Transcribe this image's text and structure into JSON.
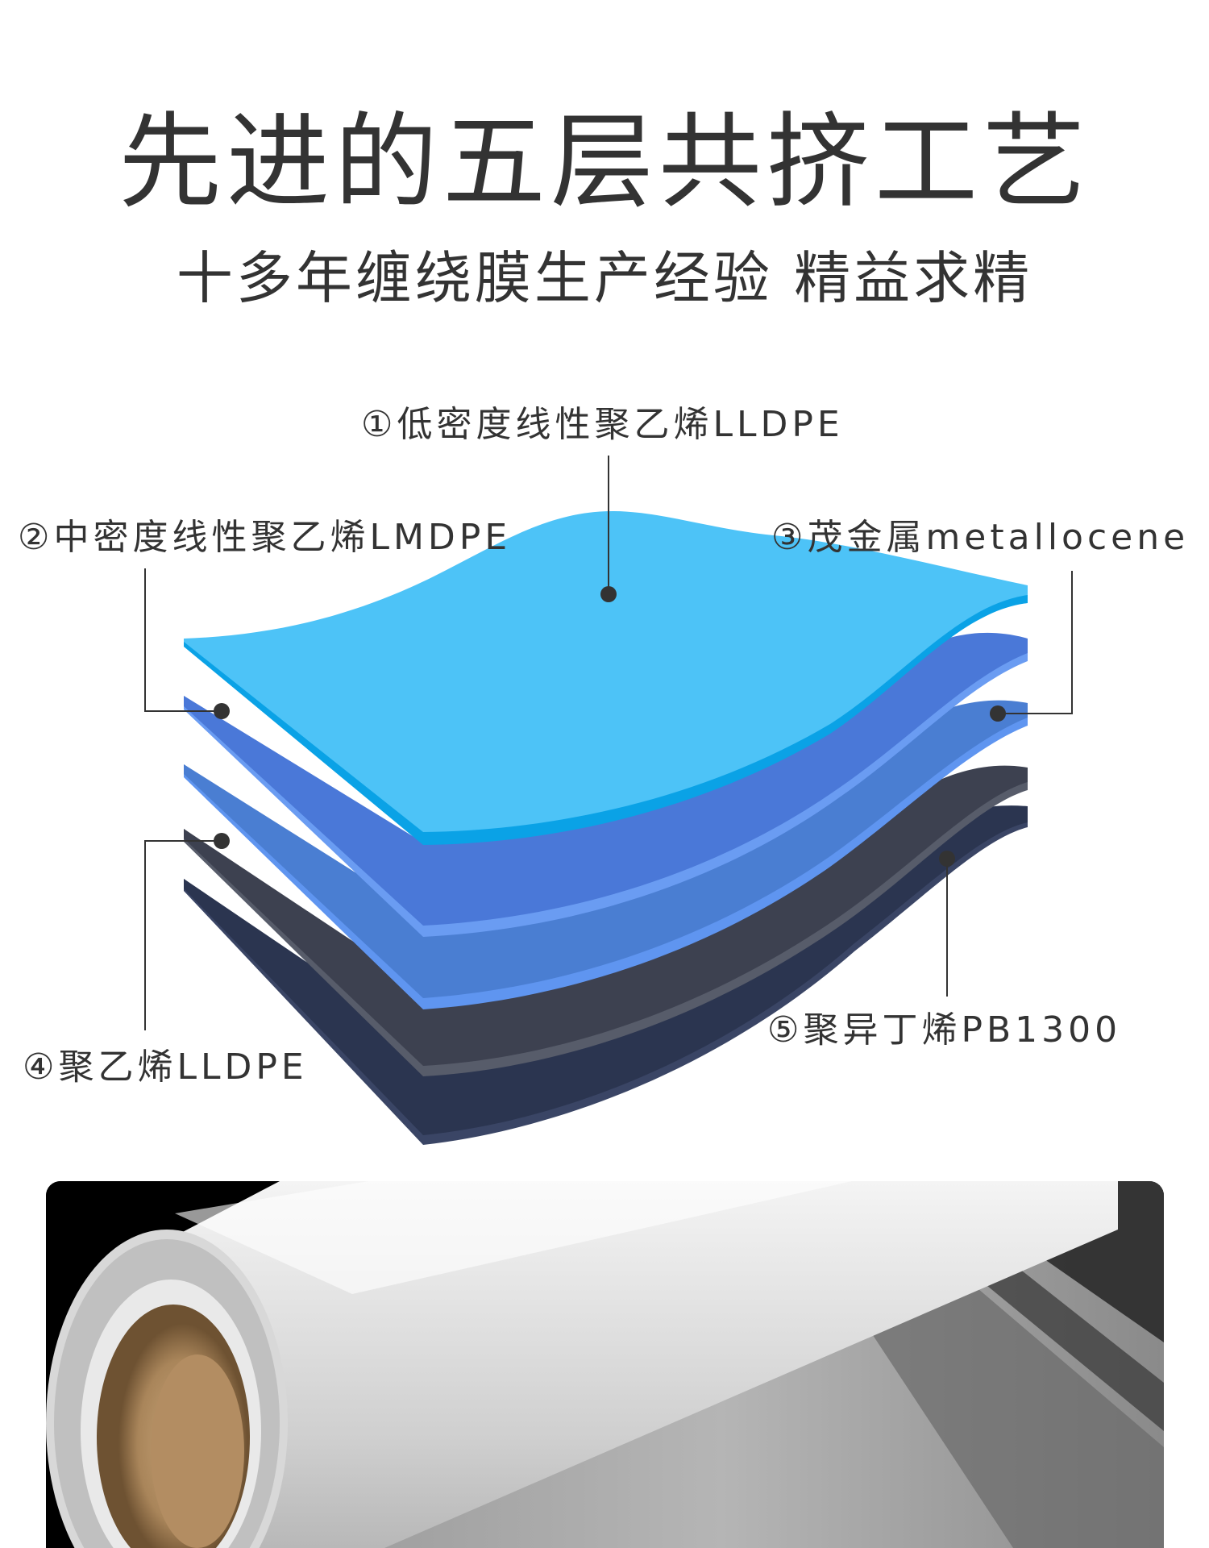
{
  "header": {
    "title": "先进的五层共挤工艺",
    "subtitle": "十多年缠绕膜生产经验 精益求精"
  },
  "layers": [
    {
      "id": 1,
      "label": "①低密度线性聚乙烯LLDPE",
      "color": "#4dc3f7"
    },
    {
      "id": 2,
      "label": "②中密度线性聚乙烯LMDPE",
      "color": "#4a78d8"
    },
    {
      "id": 3,
      "label": "③茂金属metallocene",
      "color": "#4a7ed2"
    },
    {
      "id": 4,
      "label": "④聚乙烯LLDPE",
      "color": "#3d4150"
    },
    {
      "id": 5,
      "label": "⑤聚异丁烯PB1300",
      "color": "#2b3550"
    }
  ],
  "colors": {
    "leader_line": "#333333",
    "marker_dot": "#333333",
    "panel_background": "#000000"
  }
}
